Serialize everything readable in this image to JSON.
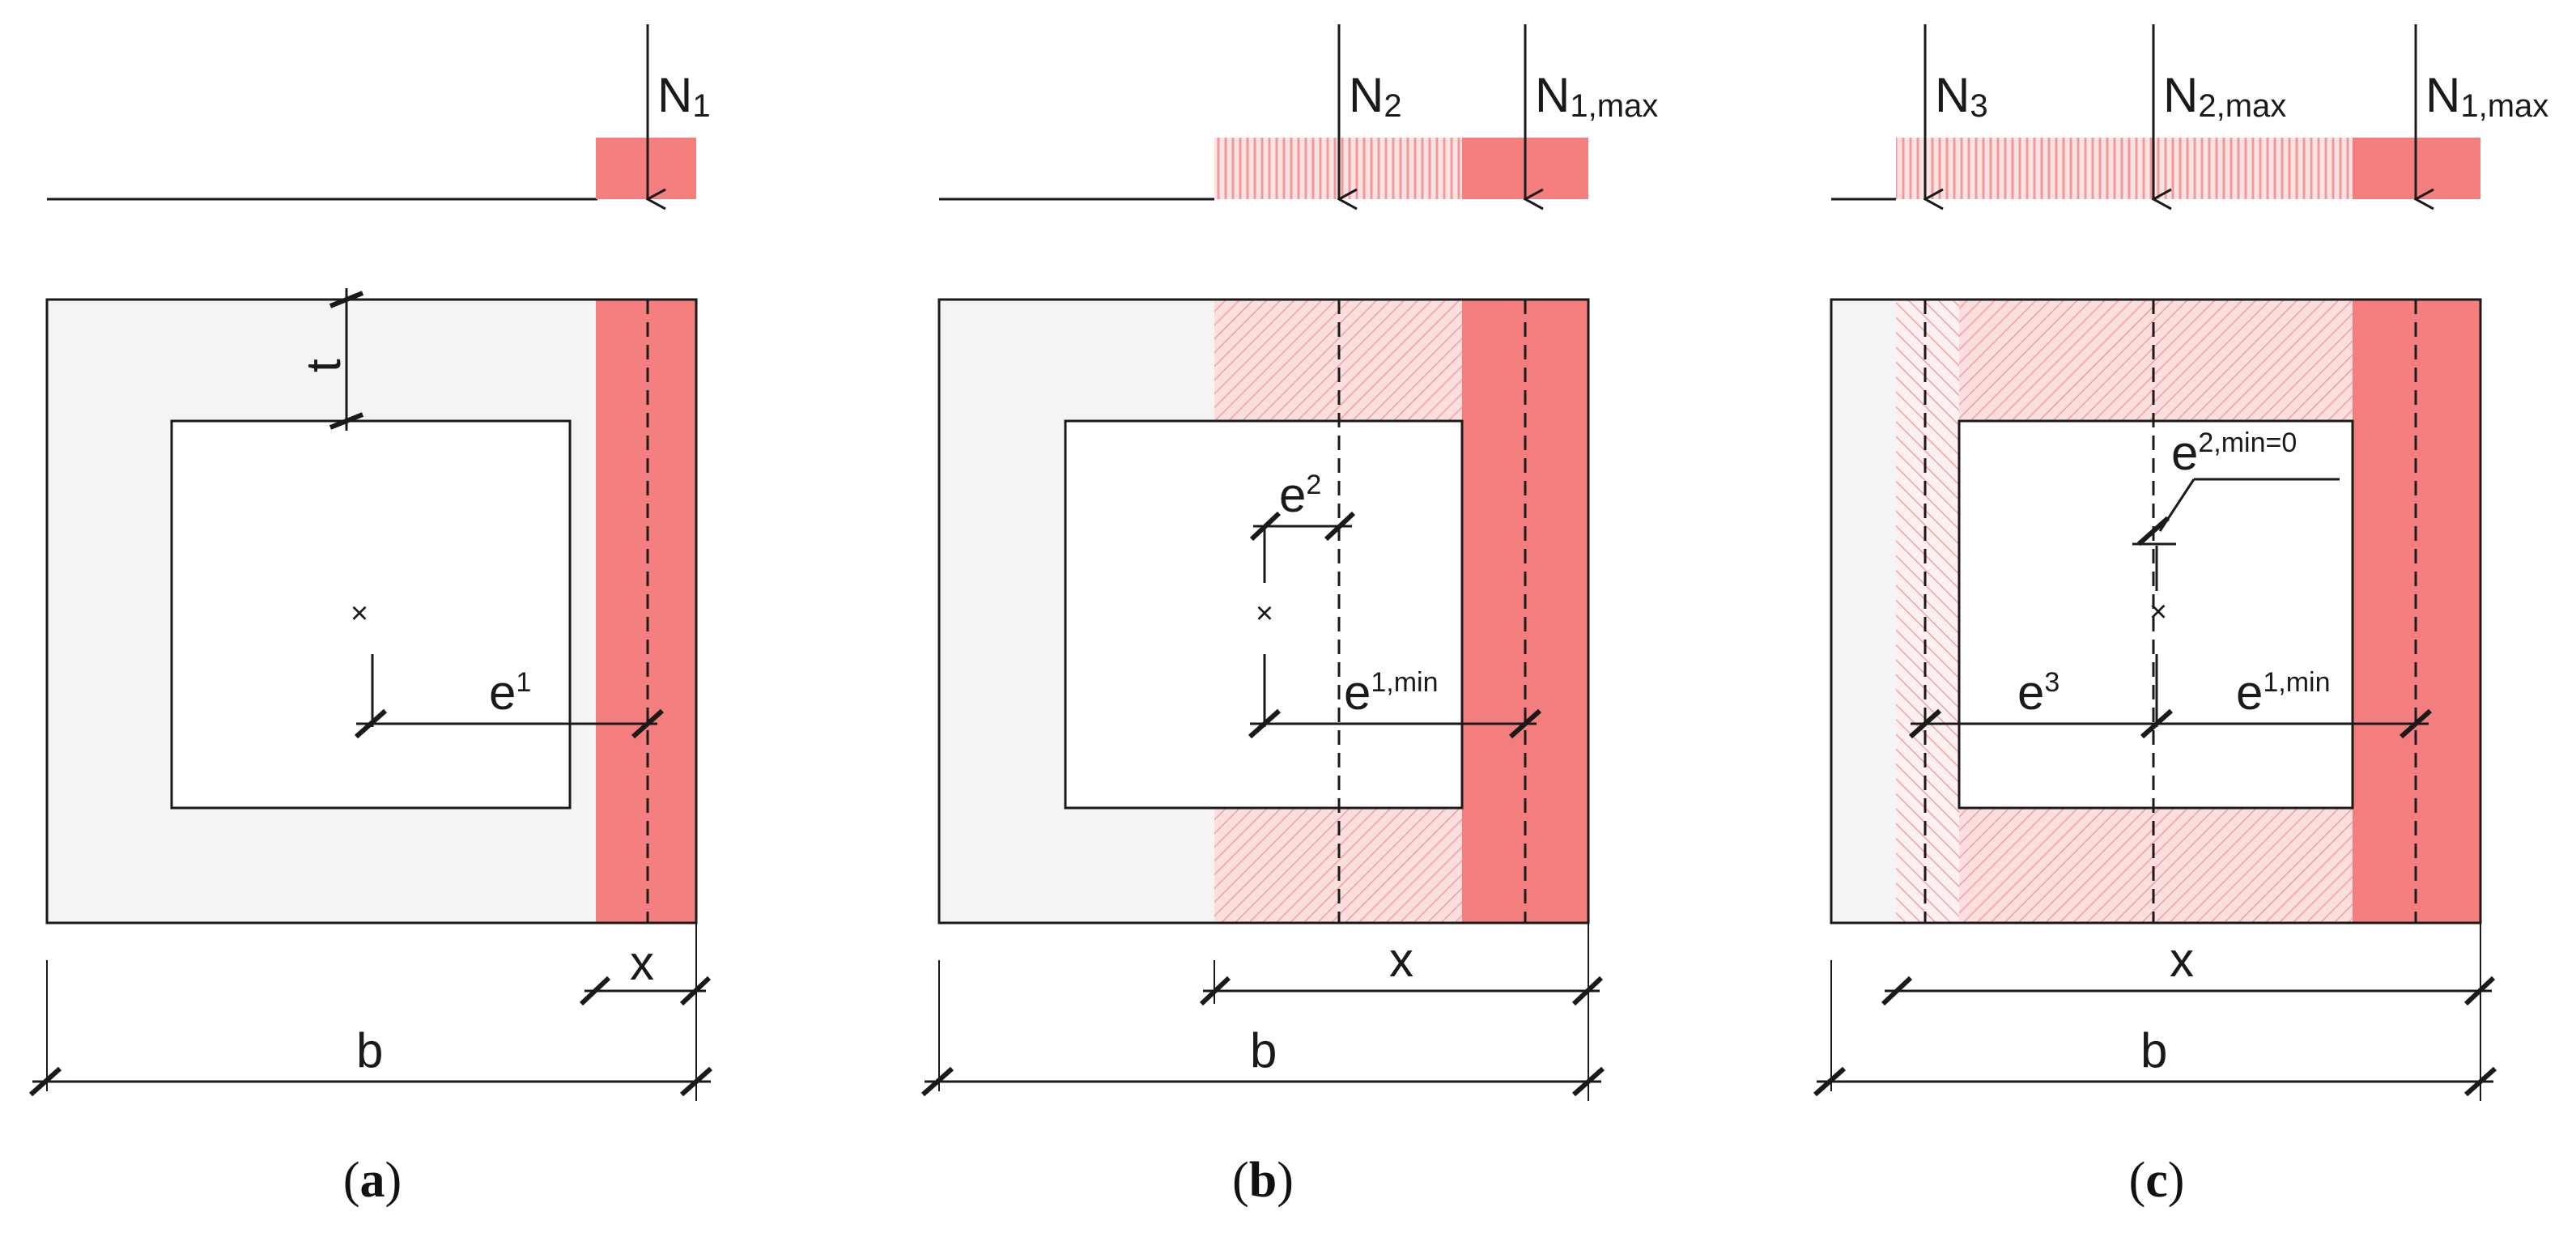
{
  "panels": [
    {
      "caption_letter": "a",
      "forces": [
        {
          "base": "N",
          "sub": "1"
        }
      ],
      "dims": {
        "t": "t",
        "x": "x",
        "b": "b"
      },
      "ecc": [
        {
          "base": "e",
          "sup": "1"
        }
      ]
    },
    {
      "caption_letter": "b",
      "forces": [
        {
          "base": "N",
          "sub": "2"
        },
        {
          "base": "N",
          "sub": "1,max"
        }
      ],
      "dims": {
        "x": "x",
        "b": "b"
      },
      "ecc": [
        {
          "base": "e",
          "sup": "2"
        },
        {
          "base": "e",
          "sup": "1,min"
        }
      ]
    },
    {
      "caption_letter": "c",
      "forces": [
        {
          "base": "N",
          "sub": "3"
        },
        {
          "base": "N",
          "sub": "2,max"
        },
        {
          "base": "N",
          "sub": "1,max"
        }
      ],
      "dims": {
        "x": "x",
        "b": "b"
      },
      "ecc": [
        {
          "base": "e",
          "sup": "2,min=0"
        },
        {
          "base": "e",
          "sup": "3"
        },
        {
          "base": "e",
          "sup": "1,min"
        }
      ]
    }
  ],
  "caption_parens": {
    "open": "(",
    "close": ")"
  },
  "colors": {
    "zone_fill": "#f47e7e",
    "zone_hatch": "#f2a0a0",
    "section_fill": "#f4f4f4",
    "line": "#1a1a1a"
  }
}
